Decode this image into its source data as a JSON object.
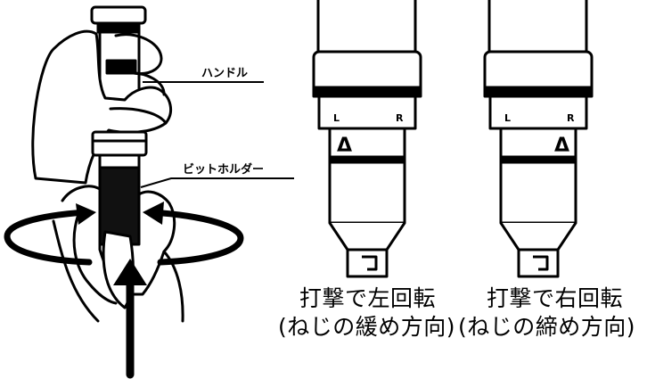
{
  "callouts": {
    "handle": "ハンドル",
    "bit_holder": "ビットホルダー"
  },
  "tool_left": {
    "label_l": "L",
    "label_r": "R",
    "indicator": "Δ",
    "caption_line1": "打撃で左回転",
    "caption_line2": "(ねじの緩め方向)"
  },
  "tool_right": {
    "label_l": "L",
    "label_r": "R",
    "indicator": "Δ",
    "caption_line1": "打撃で右回転",
    "caption_line2": "(ねじの締め方向)"
  }
}
